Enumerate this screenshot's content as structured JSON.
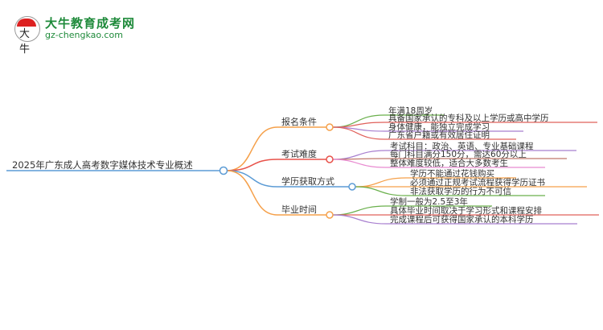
{
  "logo": {
    "name": "大牛教育成考网",
    "url": "gz-chengkao.com",
    "mark": "大牛"
  },
  "root": {
    "label": "2025年广东成人高考数字媒体技术专业概述",
    "color": "#5b9bd5"
  },
  "branches": [
    {
      "label": "报名条件",
      "color": "#f5a04a",
      "children": [
        {
          "label": "年满18周岁",
          "color": "#6ab04c"
        },
        {
          "label": "具备国家承认的专科及以上学历或高中学历",
          "color": "#e0605a"
        },
        {
          "label": "身体健康，能独立完成学习",
          "color": "#a87fcf"
        },
        {
          "label": "广东省户籍或有效居住证明",
          "color": "#e0605a"
        }
      ]
    },
    {
      "label": "考试难度",
      "color": "#e8524a",
      "children": [
        {
          "label": "考试科目：政治、英语、专业基础课程",
          "color": "#a87fcf"
        },
        {
          "label": "每门科目满分150分，需达60分以上",
          "color": "#c0786a"
        },
        {
          "label": "整体难度较低，适合大多数考生",
          "color": "#e88ad0"
        }
      ]
    },
    {
      "label": "学历获取方式",
      "color": "#5b9bd5",
      "children": [
        {
          "label": "学历不能通过花钱购买",
          "color": "#f5a04a"
        },
        {
          "label": "必须通过正规考试流程获得学历证书",
          "color": "#f5a04a"
        },
        {
          "label": "非法获取学历的行为不可信",
          "color": "#6ab04c"
        }
      ]
    },
    {
      "label": "毕业时间",
      "color": "#f5a04a",
      "children": [
        {
          "label": "学制一般为2.5至3年",
          "color": "#6ab04c"
        },
        {
          "label": "具体毕业时间取决于学习形式和课程安排",
          "color": "#e0605a"
        },
        {
          "label": "完成课程后可获得国家承认的本科学历",
          "color": "#a87fcf"
        }
      ]
    }
  ]
}
